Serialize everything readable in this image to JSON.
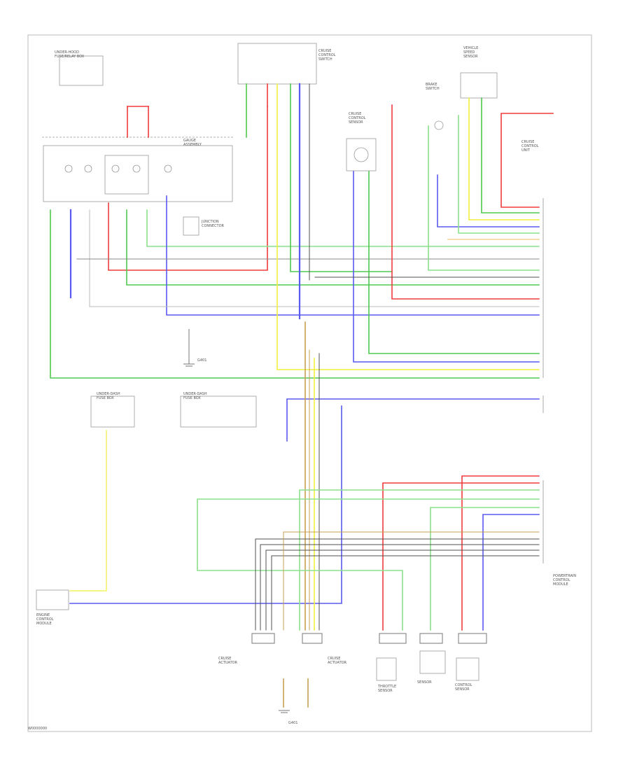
{
  "diagram": {
    "code": "W0000000",
    "colors": {
      "red": "#f03c3c",
      "yellow": "#f0f03c",
      "green": "#50c850",
      "light_green": "#8ce08c",
      "blue": "#5a5af0",
      "dark_blue": "#3c3cc8",
      "tan": "#c8a050",
      "dark": "#505050",
      "line": "#888888",
      "frame": "#bbbbbb"
    },
    "components": [
      {
        "id": "underhood-fuse-box",
        "label": "UNDER-HOOD\nFUSE/RELAY BOX"
      },
      {
        "id": "gauge-assembly",
        "label": "GAUGE\nASSEMBLY"
      },
      {
        "id": "cruise-switch",
        "label": "CRUISE\nCONTROL\nSWITCH"
      },
      {
        "id": "junction-1",
        "label": "JUNCTION\nCONNECTOR"
      },
      {
        "id": "ground-1",
        "label": "G401"
      },
      {
        "id": "cruise-sensor",
        "label": "CRUISE\nCONTROL\nSENSOR"
      },
      {
        "id": "speed-sensor",
        "label": "VEHICLE\nSPEED\nSENSOR"
      },
      {
        "id": "brake-switch",
        "label": "BRAKE\nSWITCH"
      },
      {
        "id": "cruise-unit",
        "label": "CRUISE\nCONTROL\nUNIT"
      },
      {
        "id": "fuse-box-2",
        "label": "UNDER-DASH\nFUSE BOX"
      },
      {
        "id": "fuse-box-3",
        "label": "UNDER-DASH\nFUSE BOX"
      },
      {
        "id": "ecm",
        "label": "ENGINE\nCONTROL\nMODULE"
      },
      {
        "id": "pcm-module",
        "label": "POWERTRAIN\nCONTROL\nMODULE"
      },
      {
        "id": "actuator-1",
        "label": "CRUISE\nACTUATOR"
      },
      {
        "id": "actuator-2",
        "label": "CRUISE\nACTUATOR"
      },
      {
        "id": "sensor-a",
        "label": "THROTTLE\nSENSOR"
      },
      {
        "id": "sensor-b",
        "label": "SENSOR"
      },
      {
        "id": "sensor-c",
        "label": "CONTROL\nSENSOR"
      },
      {
        "id": "ground-2",
        "label": "G401"
      }
    ]
  }
}
